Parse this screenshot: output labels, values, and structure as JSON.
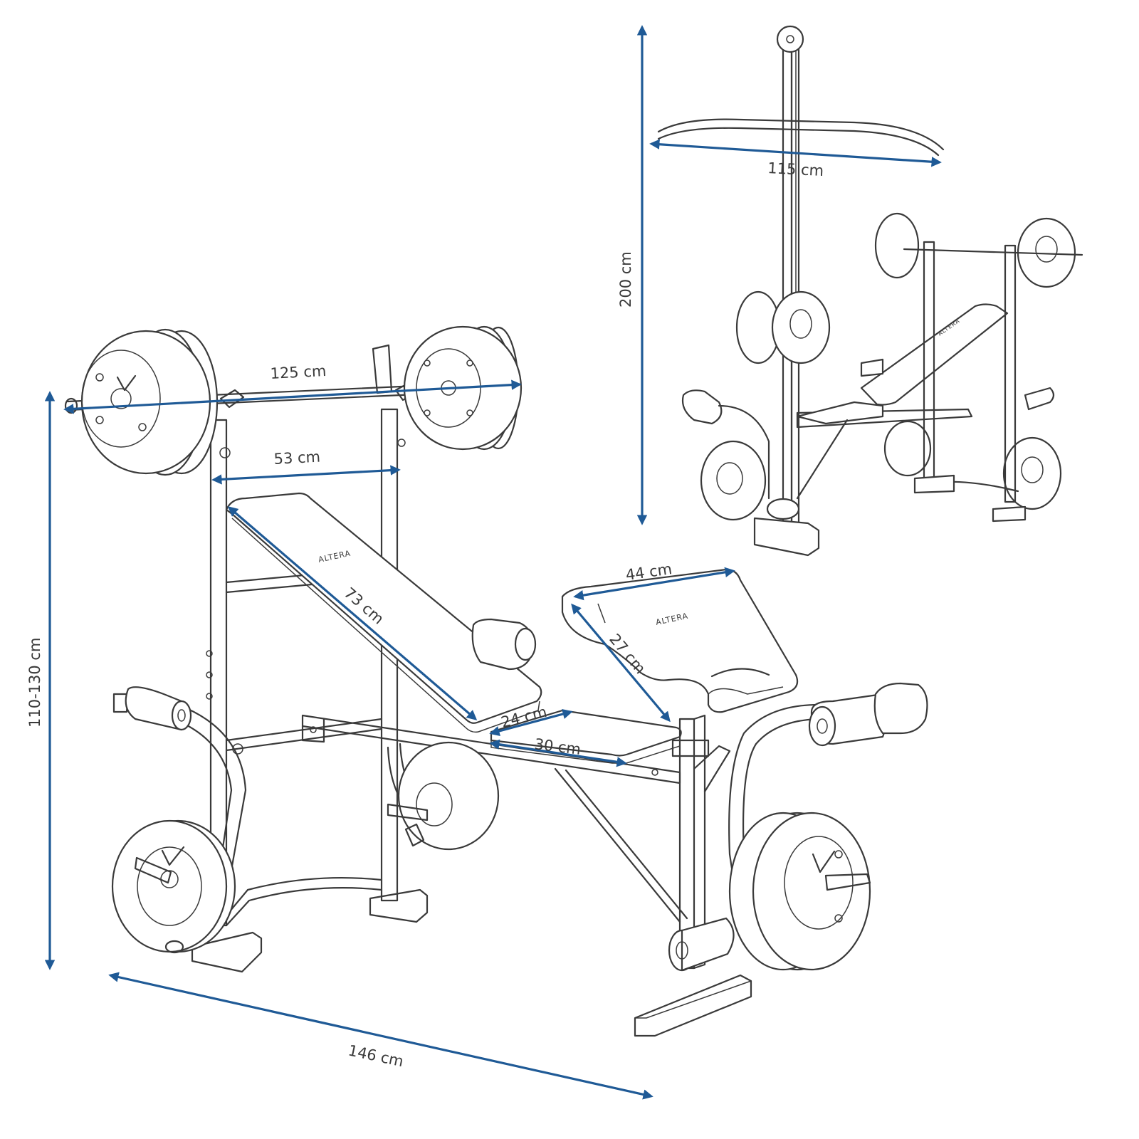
{
  "colors": {
    "dimension": "#1f5a96",
    "line_art": "#3a3a3a",
    "background": "#ffffff"
  },
  "brand": {
    "logo_text": "ALTERA"
  },
  "dimensions": {
    "bar_width": "125 cm",
    "upright_spacing": "53 cm",
    "backrest_length": "73 cm",
    "curl_pad_width": "44 cm",
    "curl_pad_depth": "27 cm",
    "seat_depth": "24 cm",
    "seat_length": "30 cm",
    "height_range": "110-130 cm",
    "total_length": "146 cm",
    "lat_bar_width": "115 cm",
    "total_height": "200 cm"
  }
}
